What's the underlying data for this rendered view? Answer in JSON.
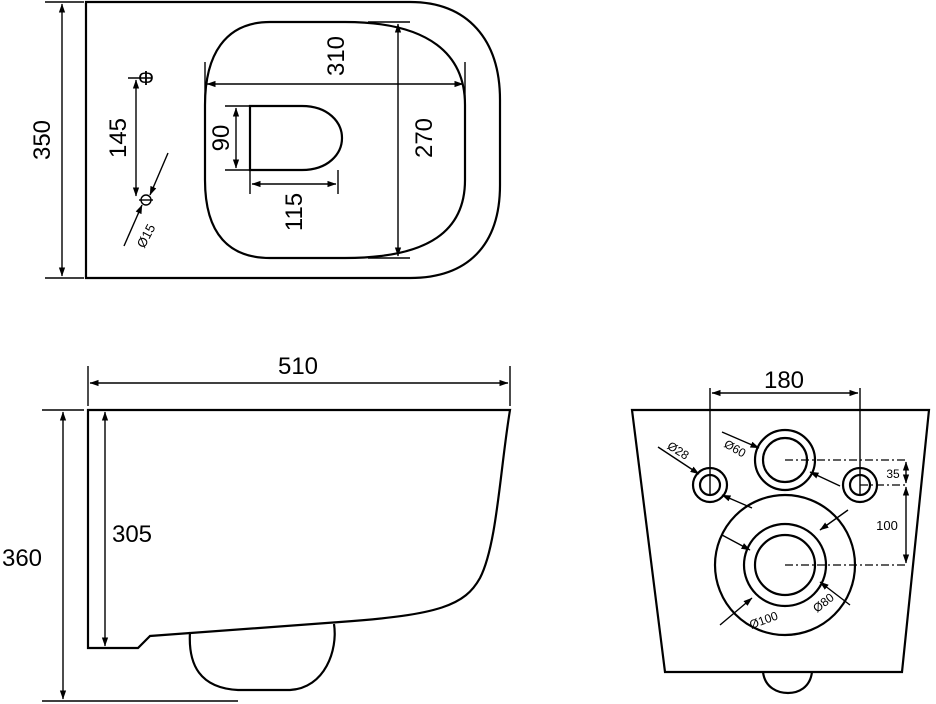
{
  "top_view": {
    "length_350": "350",
    "width_310": "310",
    "depth_270": "270",
    "hole_145": "145",
    "opening_90": "90",
    "opening_115": "115",
    "hole_dia_15": "Ø15",
    "phi_mark": "Φ"
  },
  "side_view": {
    "length_510": "510",
    "height_360": "360",
    "height_305": "305"
  },
  "rear_view": {
    "spacing_180": "180",
    "offset_35": "35",
    "offset_100": "100",
    "dia_28": "Ø28",
    "dia_60": "Ø60",
    "dia_80": "Ø80",
    "dia_100": "Ø100"
  },
  "colors": {
    "line": "#000000",
    "background": "#ffffff"
  }
}
